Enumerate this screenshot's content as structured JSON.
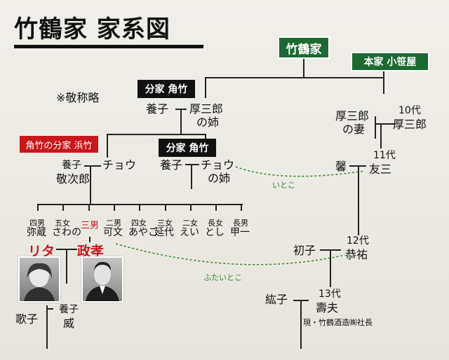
{
  "title": "竹鶴家 家系図",
  "note": "※敬称略",
  "houses": {
    "takezuru": "竹鶴家",
    "honke": "本家 小笹屋",
    "bunke": "分家 角竹",
    "bunke2": "分家 角竹",
    "hamatake": "角竹の分家 浜竹"
  },
  "people": {
    "yoshi1": "養子",
    "atsusaburo_sister_1": "厚三郎",
    "atsusaburo_sister_2": "の姉",
    "atsusaburo_wife_1": "厚三郎",
    "atsusaburo_wife_2": "の妻",
    "gen10_label": "10代",
    "gen10_name": "厚三郎",
    "yoshi_keijiro_1": "養子",
    "yoshi_keijiro_2": "敬次郎",
    "cho": "チョウ",
    "yoshi2": "養子",
    "cho_sister_1": "チョウ",
    "cho_sister_2": "の姉",
    "kaoru": "馨",
    "gen11_label": "11代",
    "gen11_name": "友三",
    "itoko": "いとこ",
    "futaitoko": "ふたいとこ",
    "children": [
      {
        "rel": "四男",
        "name": "弥蔵"
      },
      {
        "rel": "五女",
        "name": "さわの"
      },
      {
        "rel": "三男",
        "name": ""
      },
      {
        "rel": "二男",
        "name": "可文"
      },
      {
        "rel": "四女",
        "name": "あやこ"
      },
      {
        "rel": "三女",
        "name": "延代"
      },
      {
        "rel": "二女",
        "name": "えい"
      },
      {
        "rel": "長女",
        "name": "とし"
      },
      {
        "rel": "長男",
        "name": "甲一"
      }
    ],
    "rita": "リタ",
    "masataka": "政孝",
    "hatsuko": "初子",
    "gen12_label": "12代",
    "gen12_name": "恭祐",
    "utako": "歌子",
    "yoshi_takeshi_1": "養子",
    "yoshi_takeshi_2": "威",
    "kouko": "紘子",
    "gen13_label": "13代",
    "gen13_name": "壽夫",
    "gen13_title": "現・竹鶴酒造㈱社長"
  },
  "colors": {
    "green_box": "#1c6a32",
    "red_box": "#c8181c",
    "black_box": "#111111",
    "dashed_line": "#2a8a2a"
  }
}
